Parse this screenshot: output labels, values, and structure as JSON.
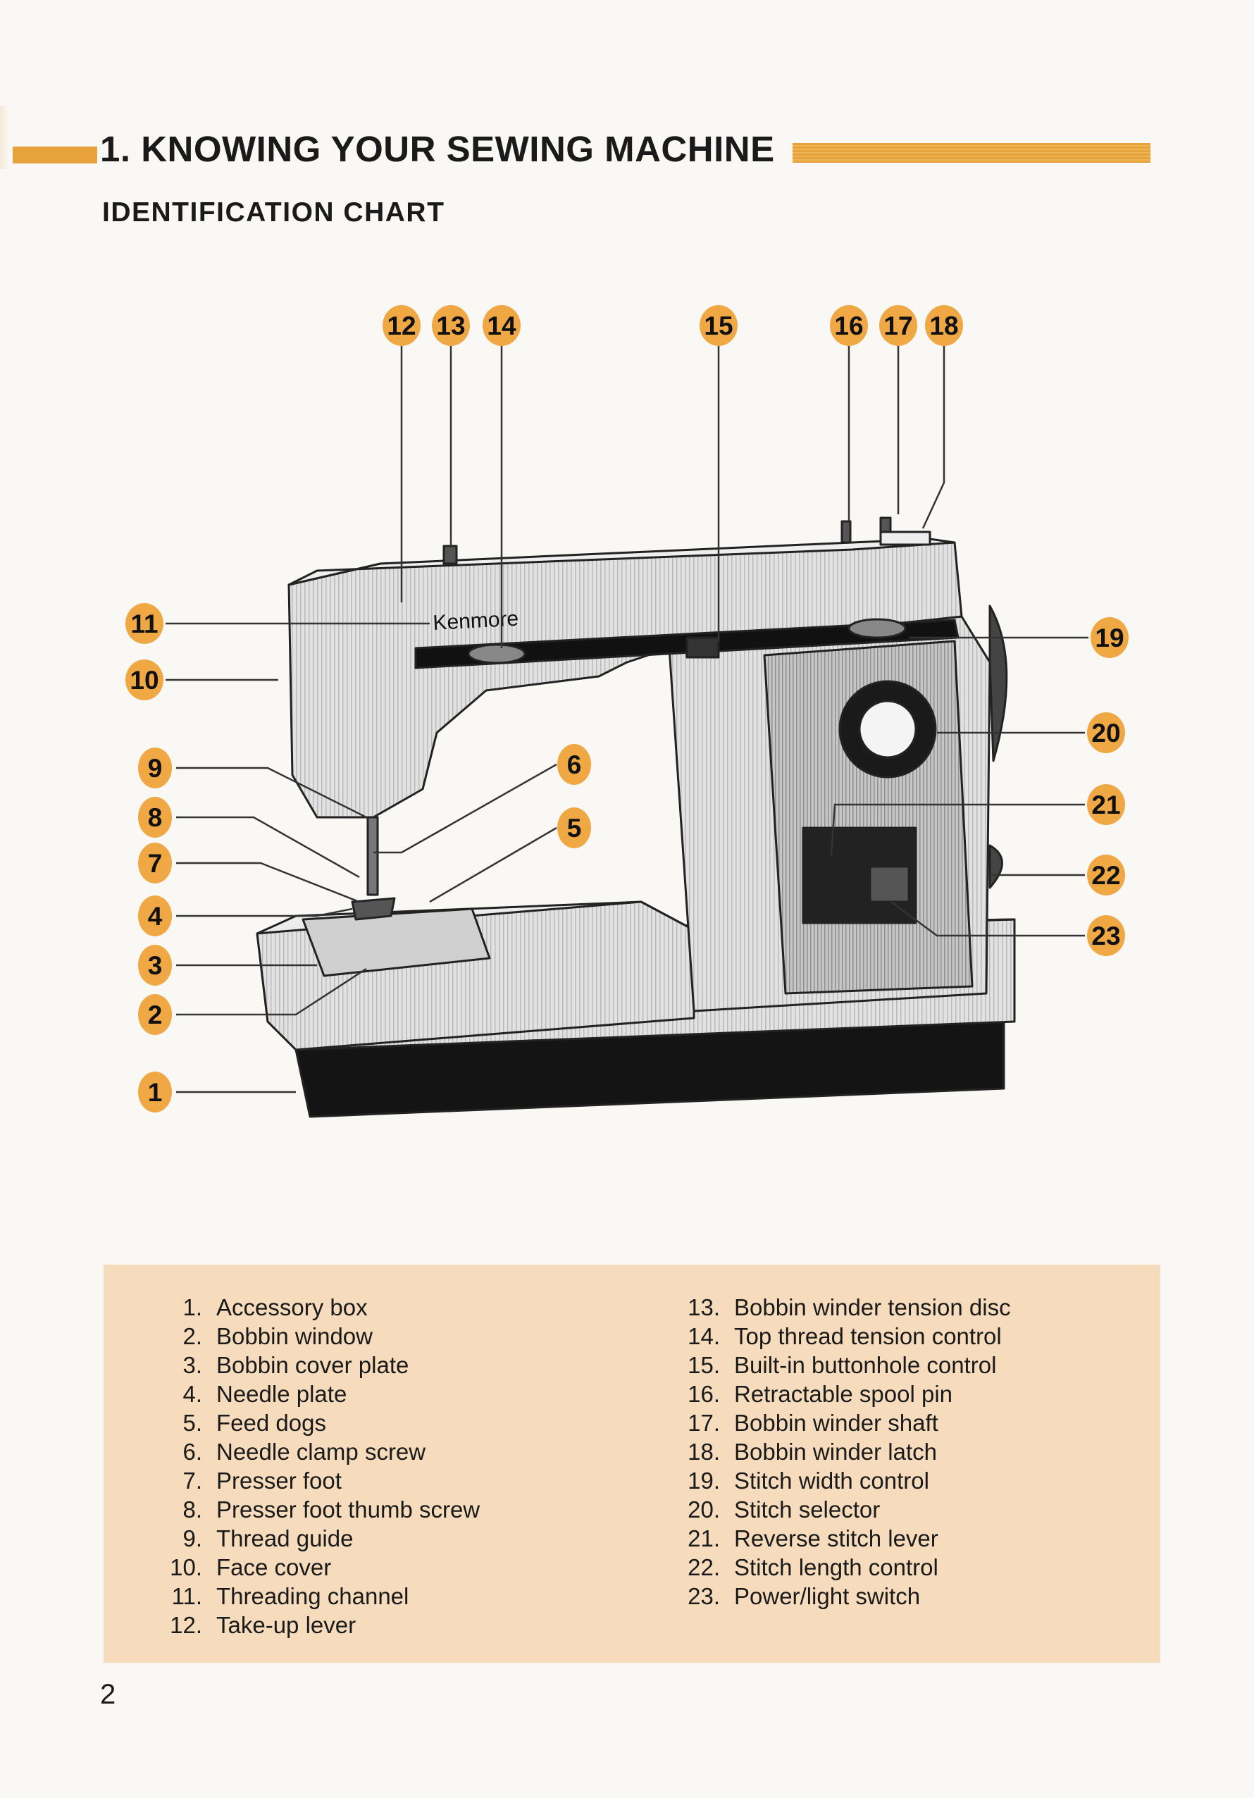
{
  "header": {
    "title": "1. KNOWING YOUR SEWING MACHINE",
    "subtitle": "IDENTIFICATION CHART"
  },
  "diagram": {
    "brand": "Kenmore",
    "callouts": [
      "1",
      "2",
      "3",
      "4",
      "5",
      "6",
      "7",
      "8",
      "9",
      "10",
      "11",
      "12",
      "13",
      "14",
      "15",
      "16",
      "17",
      "18",
      "19",
      "20",
      "21",
      "22",
      "23"
    ],
    "colors": {
      "badge": "#f0a845",
      "body": "#d9d9d9",
      "panel": "#bdbdbd",
      "band": "#111111"
    }
  },
  "parts_left": [
    {
      "num": "1.",
      "label": "Accessory box"
    },
    {
      "num": "2.",
      "label": "Bobbin window"
    },
    {
      "num": "3.",
      "label": "Bobbin cover plate"
    },
    {
      "num": "4.",
      "label": "Needle plate"
    },
    {
      "num": "5.",
      "label": "Feed dogs"
    },
    {
      "num": "6.",
      "label": "Needle clamp screw"
    },
    {
      "num": "7.",
      "label": "Presser foot"
    },
    {
      "num": "8.",
      "label": "Presser foot thumb screw"
    },
    {
      "num": "9.",
      "label": "Thread guide"
    },
    {
      "num": "10.",
      "label": "Face cover"
    },
    {
      "num": "11.",
      "label": "Threading channel"
    },
    {
      "num": "12.",
      "label": "Take-up lever"
    }
  ],
  "parts_right": [
    {
      "num": "13.",
      "label": "Bobbin winder tension disc"
    },
    {
      "num": "14.",
      "label": "Top thread tension control"
    },
    {
      "num": "15.",
      "label": "Built-in buttonhole control"
    },
    {
      "num": "16.",
      "label": "Retractable spool pin"
    },
    {
      "num": "17.",
      "label": "Bobbin winder shaft"
    },
    {
      "num": "18.",
      "label": "Bobbin winder latch"
    },
    {
      "num": "19.",
      "label": "Stitch width control"
    },
    {
      "num": "20.",
      "label": "Stitch selector"
    },
    {
      "num": "21.",
      "label": "Reverse stitch lever"
    },
    {
      "num": "22.",
      "label": "Stitch length control"
    },
    {
      "num": "23.",
      "label": "Power/light switch"
    }
  ],
  "page_number": "2"
}
